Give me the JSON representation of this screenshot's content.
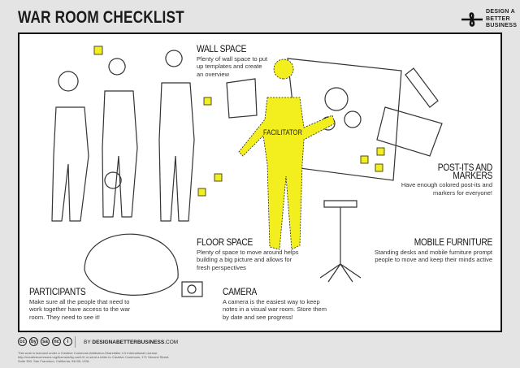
{
  "header": {
    "title": "WAR ROOM CHECKLIST"
  },
  "logo": {
    "lines": [
      "DESIGN A",
      "BETTER",
      "BUSINESS"
    ]
  },
  "sections": {
    "wall_space": {
      "title": "WALL SPACE",
      "body": "Plenty of wall space to put up templates and create an overview"
    },
    "post_its": {
      "title": "POST-ITS AND MARKERS",
      "body": "Have enough colored post-its and markers for everyone!"
    },
    "mobile_furniture": {
      "title": "MOBILE FURNITURE",
      "body": "Standing desks and mobile furniture prompt people to move and keep their minds active"
    },
    "floor_space": {
      "title": "FLOOR SPACE",
      "body": "Plenty of space to move around helps building a big picture and allows for fresh perspectives"
    },
    "camera": {
      "title": "CAMERA",
      "body": "A camera is the easiest way to keep notes in a visual war room. Store them by date and see progress!"
    },
    "participants": {
      "title": "PARTICIPANTS",
      "body": "Make sure all the people that need to work together have access to the war room. They need to see it!"
    }
  },
  "illustration": {
    "facilitator_label": "FACILITATOR",
    "highlight_color": "#f3ee1d"
  },
  "footer": {
    "cc_icons": [
      "cc",
      "by",
      "sa",
      "nc",
      "i"
    ],
    "by_prefix": "BY",
    "by_site": "DESIGNABETTERBUSINESS",
    "by_suffix": ".COM",
    "license": "This work is licensed under a Creative Commons Attribution-ShareAlike 4.0 International License. http://creativecommons.org/licenses/by-sa/4.0/ or send a letter to Creative Commons, 171 Second Street, Suite 300, San Francisco, California, 94105, USA."
  }
}
